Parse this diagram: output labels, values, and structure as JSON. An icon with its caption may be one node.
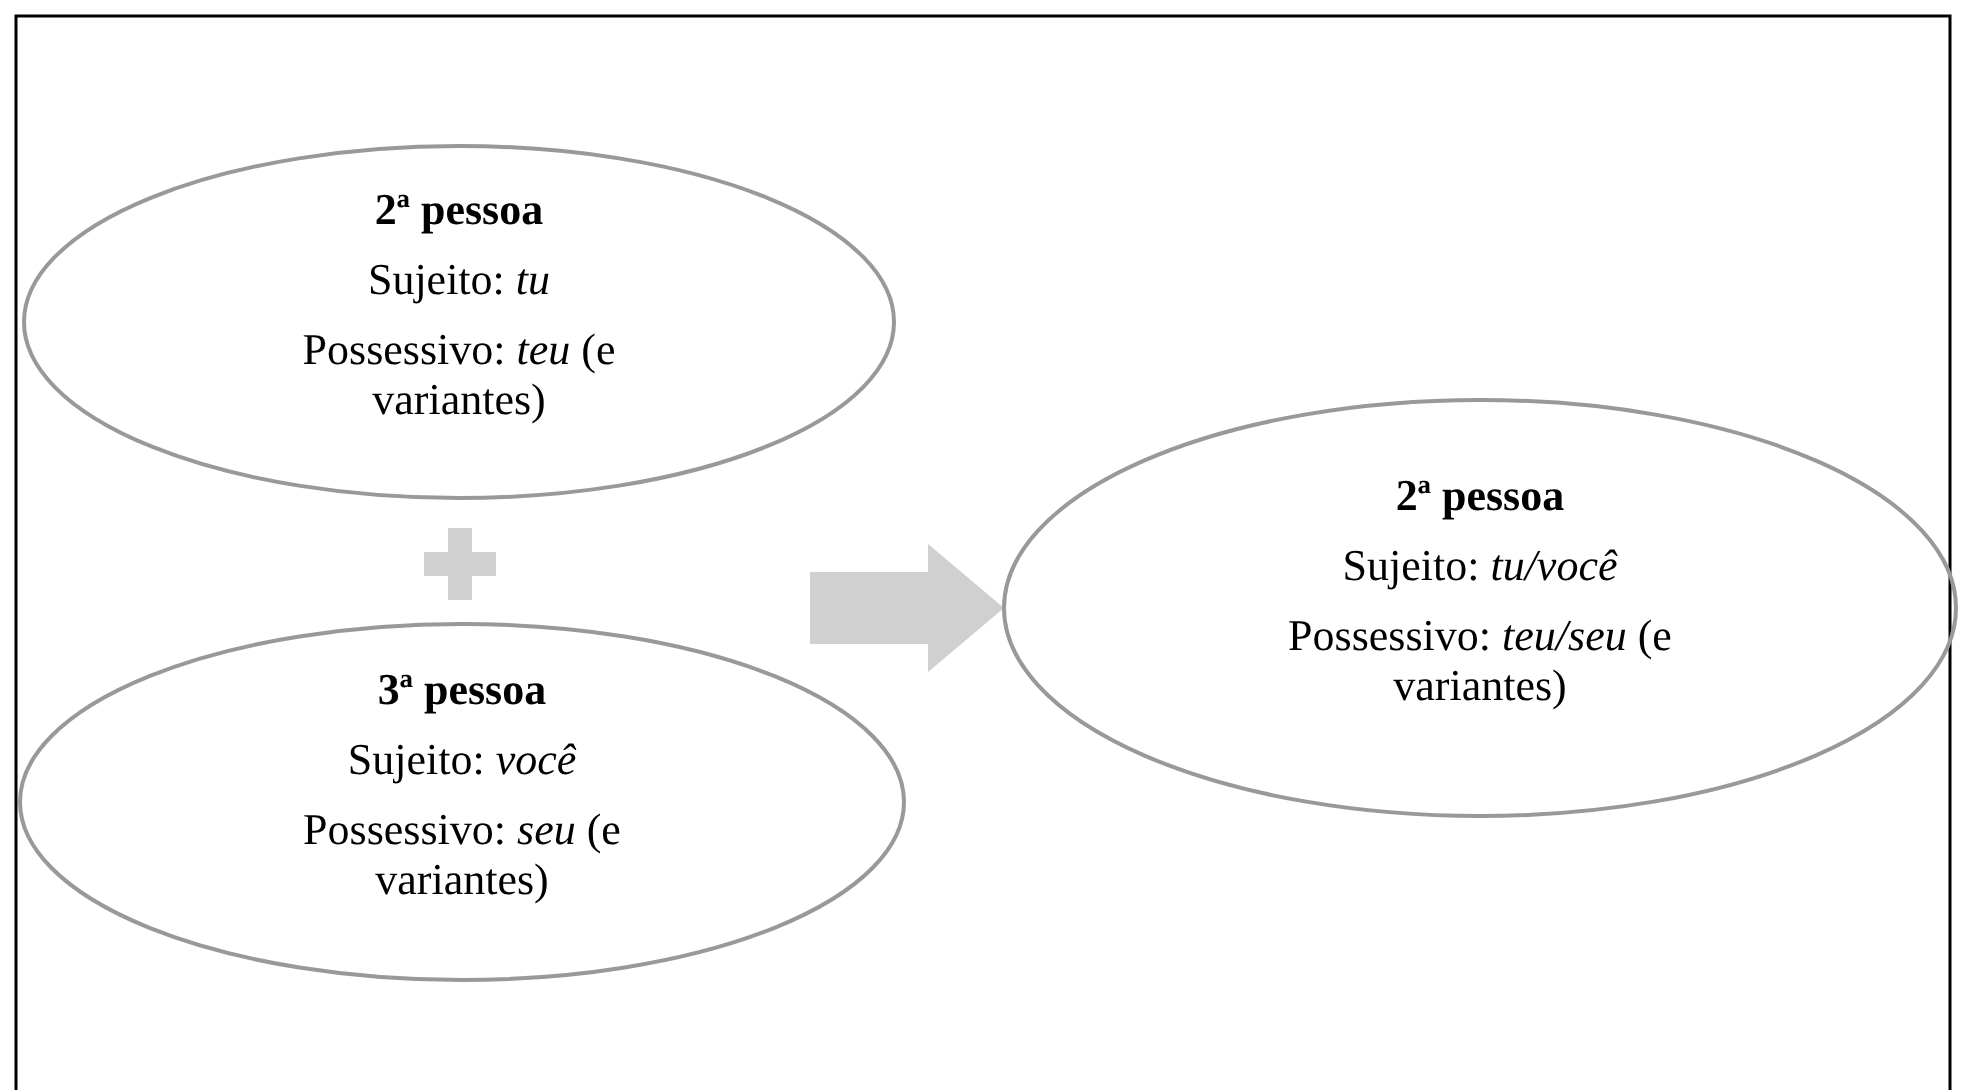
{
  "diagram": {
    "nodes": [
      {
        "text": [
          "2ª pessoa",
          "Sujeito: *tu*",
          "Possessivo: *teu* (e variantes)"
        ]
      },
      {
        "text": [
          "3ª pessoa",
          "Sujeito: *você*",
          "Possessivo: *seu* (e variantes)"
        ]
      },
      {
        "text": [
          "2ª pessoa",
          "Sujeito: *tu/você*",
          "Possessivo: *teu/seu* (e variantes)"
        ]
      }
    ],
    "edges": [
      {
        "from": null,
        "to": 2,
        "arrow": "to",
        "style": "thick",
        "color": "#d0d0d0"
      }
    ]
  }
}
